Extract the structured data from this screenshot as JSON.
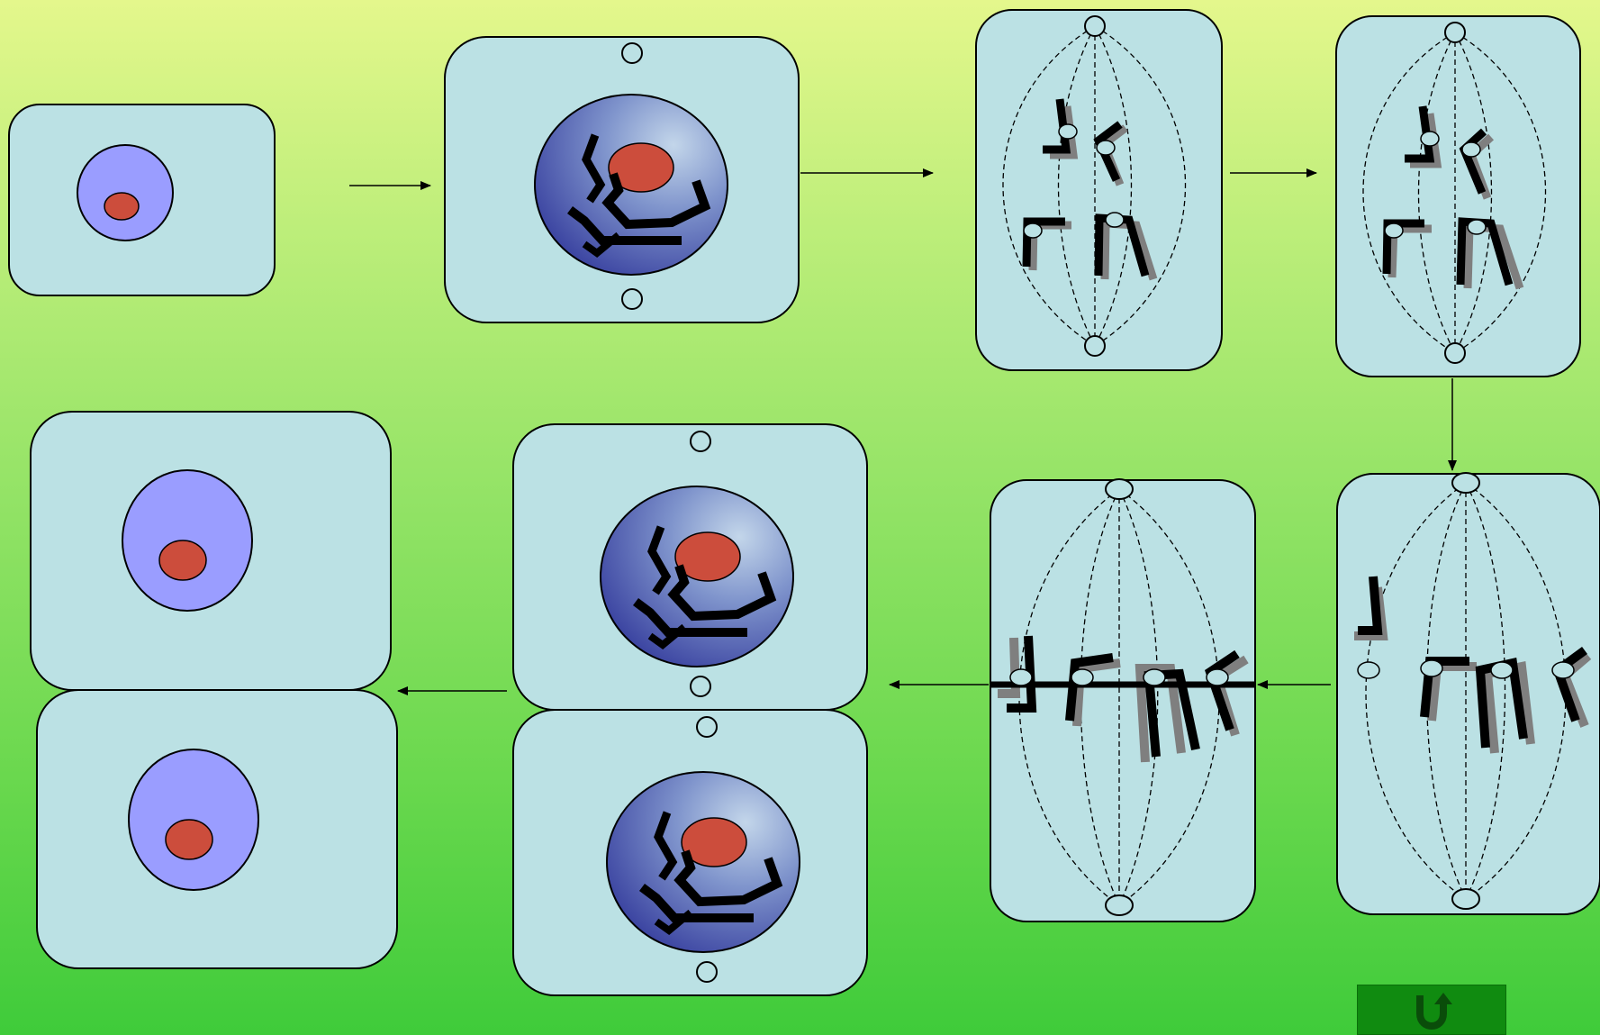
{
  "diagram": {
    "cycle": "cell-division",
    "panels": [
      {
        "id": "cell-interphase",
        "kind": "interphase-nucleus"
      },
      {
        "id": "cell-prophase",
        "kind": "condensing-chromatin"
      },
      {
        "id": "cell-prometaphase",
        "kind": "spindle-with-chromosomes"
      },
      {
        "id": "cell-late-prometaphase",
        "kind": "spindle-with-chromosomes"
      },
      {
        "id": "cell-metaphase",
        "kind": "chromosomes-aligned"
      },
      {
        "id": "cell-anaphase",
        "kind": "chromosomes-on-plate"
      },
      {
        "id": "cell-telophase-pair",
        "kind": "two-nuclei"
      },
      {
        "id": "daughter-cells",
        "kind": "two-interphase-cells"
      }
    ]
  },
  "colors": {
    "cell": "#bbe1e4",
    "nucleus": "#9a9dff",
    "nucleolus": "#cc4d3c",
    "dense_nucleus": "#4b55a8",
    "chromosome": "#000000",
    "chromatid_shadow": "#7f7f7f",
    "button": "#108b10",
    "button_icon": "#0a4d0a"
  },
  "navigation": {
    "return_icon": "u-turn-arrow-icon"
  }
}
